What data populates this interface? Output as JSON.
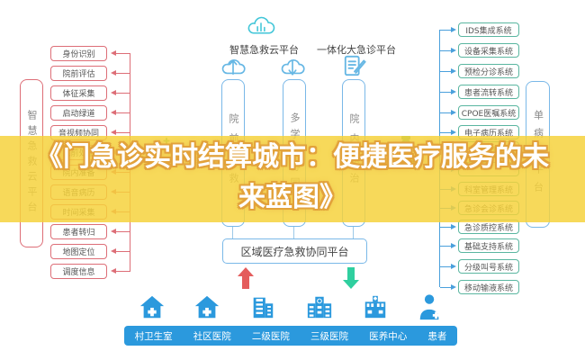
{
  "title": {
    "line1": "《门急诊实时结算城市：便捷医疗服务的未",
    "line2": "来蓝图》"
  },
  "colors": {
    "overlay_band": "#f5d23a",
    "title_text": "#ffffff",
    "title_outline": "#e2a23b",
    "red_accent": "#dd6e77",
    "blue_accent": "#7ab8e8",
    "teal_accent": "#5ab6a0",
    "legend_blue": "#2b99dd",
    "up_arrow": "#e45c5c",
    "down_arrow": "#2fcf9f",
    "green_icon": "#6cbf6a"
  },
  "left_panel": {
    "platform": "智慧急救云平台",
    "items": [
      "身份识别",
      "院前评估",
      "体征采集",
      "启动绿道",
      "音视频协同",
      "院前处置",
      "院内准备",
      "语音病历",
      "时间采集",
      "患者转归",
      "地图定位",
      "调度信息"
    ]
  },
  "top": {
    "cloud_left_label": "智慧急救云平台",
    "cloud_right_label": "一体化大急诊平台"
  },
  "columns": [
    "院前急救",
    "多学科协同",
    "院内救治"
  ],
  "regional_platform": "区域医疗急救协同平台",
  "right_panel": {
    "platform": "单病种平台",
    "items": [
      "IDS集成系统",
      "设备采集系统",
      "预检分诊系统",
      "患者流转系统",
      "CPOE医嘱系统",
      "电子病历系统",
      "单病种病历",
      "",
      "科室管理系统",
      "急诊会诊系统",
      "急诊质控系统",
      "基础支持系统",
      "分级叫号系统",
      "移动输液系统"
    ]
  },
  "legend": {
    "items": [
      {
        "label": "村卫生室",
        "icon": "house-cross"
      },
      {
        "label": "社区医院",
        "icon": "house-cross"
      },
      {
        "label": "二级医院",
        "icon": "building"
      },
      {
        "label": "三级医院",
        "icon": "hospital"
      },
      {
        "label": "医养中心",
        "icon": "clinic"
      },
      {
        "label": "患者",
        "icon": "person"
      }
    ]
  },
  "icons": {
    "top_cloud": "cloud-chart",
    "column_left": "cloud-upload",
    "column_mid": "cloud-download",
    "column_right": "document-edit",
    "overlay_left": "ambulance",
    "overlay_right": "doctor"
  }
}
